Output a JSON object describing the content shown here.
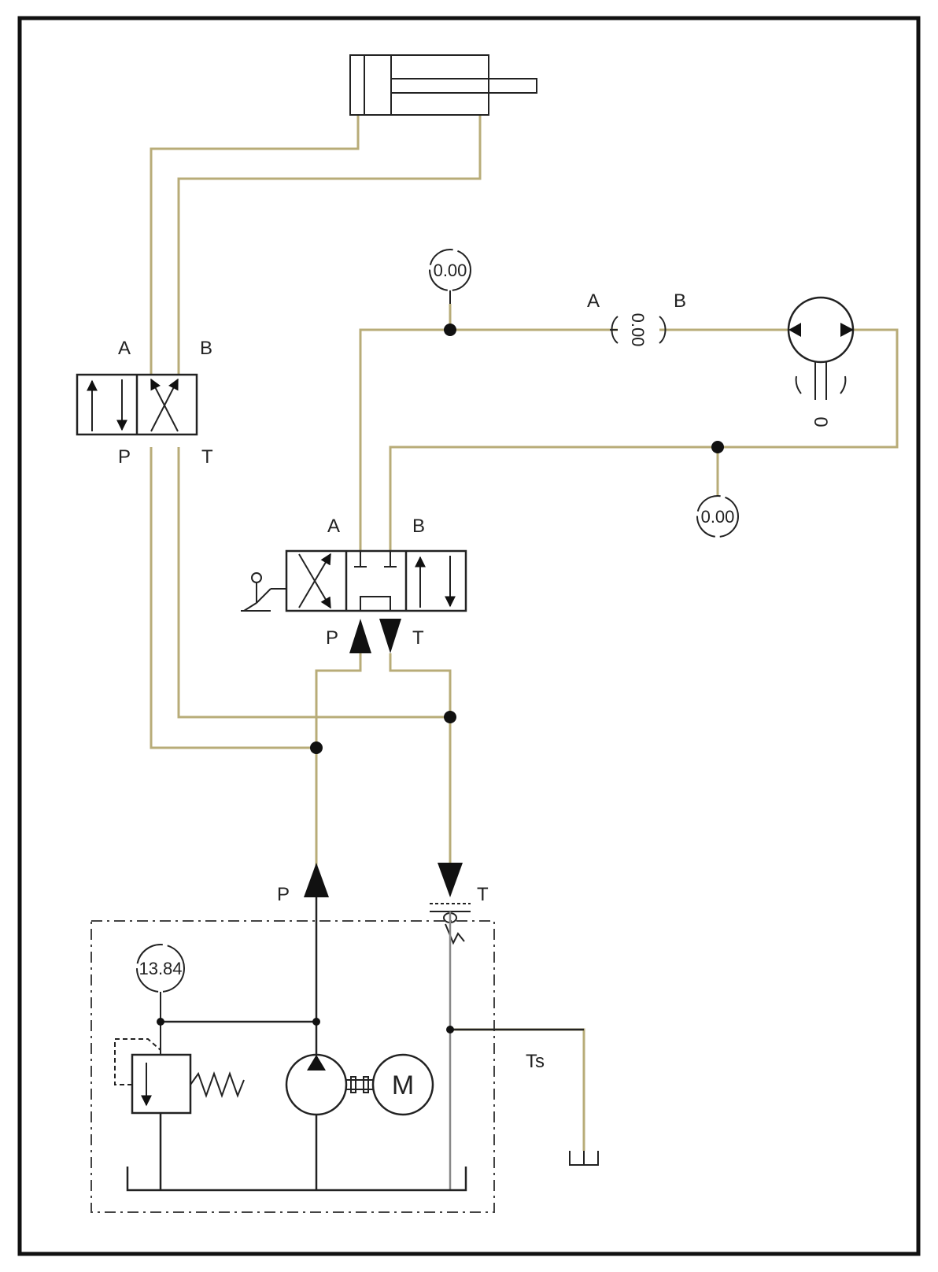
{
  "labels": {
    "valve1_a": "A",
    "valve1_b": "B",
    "valve1_p": "P",
    "valve1_t": "T",
    "valve2_a": "A",
    "valve2_b": "B",
    "valve2_p": "P",
    "valve2_t": "T",
    "flow_a": "A",
    "flow_b": "B",
    "supply_p": "P",
    "return_t": "T",
    "drain_ts": "Ts",
    "motor_m": "M",
    "hyd_motor_zero": "0"
  },
  "gauges": {
    "top": "0.00",
    "flowmeter": "0.00",
    "right": "0.00",
    "pump": "13.84"
  },
  "colors": {
    "pipe": "#b8ac78",
    "line": "#222222",
    "return_line": "#888888",
    "border": "#111111"
  }
}
